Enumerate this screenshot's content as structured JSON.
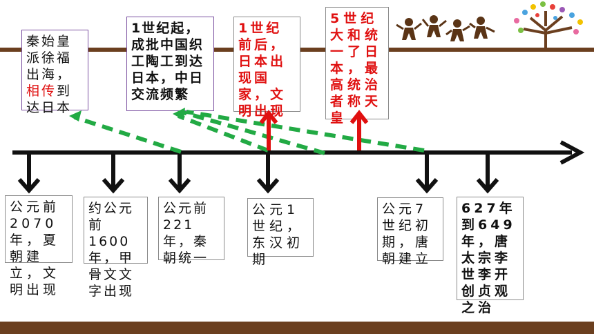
{
  "colors": {
    "band": "#6b3f1f",
    "arrow": "#111111",
    "dashed": "#22aa44",
    "red_arrow": "#e01010",
    "highlight": "#e01010"
  },
  "top_boxes": [
    {
      "id": "qin-envoy",
      "text_before": "秦始皇派徐福出海，",
      "highlight": "相传",
      "text_after": "到达日本"
    },
    {
      "id": "craftsmen",
      "text": "1世纪起，成批中国织工陶工到达日本，中日交流频繁"
    },
    {
      "id": "japan-state",
      "text": "1世纪前后，日本出现国家，文明出现"
    },
    {
      "id": "japan-unify",
      "text": "5世纪大和统一了日本，最高统治者称天皇"
    }
  ],
  "bottom_boxes": [
    {
      "id": "xia",
      "text": "公元前2070年，夏朝建立，文明出现"
    },
    {
      "id": "oracle",
      "text": "约公元前1600年，甲骨文文字出现"
    },
    {
      "id": "qin",
      "text": "公元前221年，秦朝统一"
    },
    {
      "id": "han",
      "text": "公元1世纪，东汉初期"
    },
    {
      "id": "tang",
      "text": "公元7世纪初期，唐朝建立"
    },
    {
      "id": "zhenguan",
      "text": "627年到649年，唐太宗李世李开创贞观之治"
    }
  ],
  "decoration": {
    "kids_icon": "dancing-children-icon",
    "tree_icon": "colorful-tree-icon"
  }
}
